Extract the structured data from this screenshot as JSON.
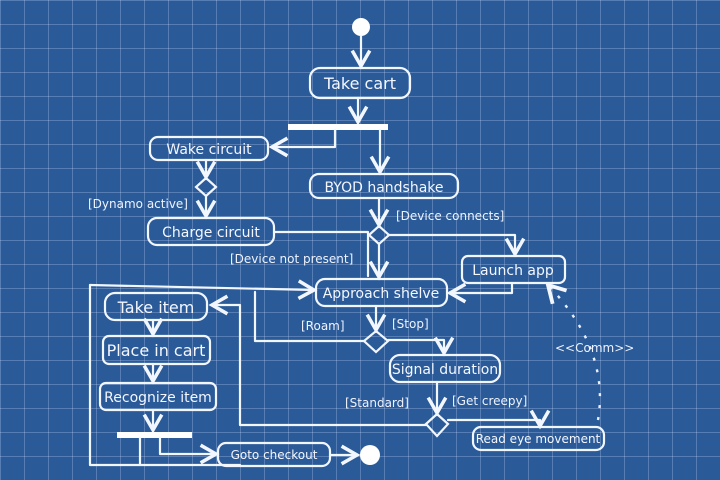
{
  "diagram": {
    "type": "activity-diagram",
    "actions": {
      "take_cart": "Take cart",
      "wake_circuit": "Wake circuit",
      "byod_handshake": "BYOD handshake",
      "charge_circuit": "Charge circuit",
      "launch_app": "Launch app",
      "approach_shelve": "Approach shelve",
      "signal_duration": "Signal duration",
      "read_eye_movement": "Read eye movement",
      "take_item": "Take item",
      "place_in_cart": "Place in cart",
      "recognize_item": "Recognize item",
      "goto_checkout": "Goto checkout"
    },
    "guards": {
      "dynamo_active": "[Dynamo active]",
      "device_not_present": "[Device not present]",
      "device_connects": "[Device connects]",
      "roam": "[Roam]",
      "stop": "[Stop]",
      "standard": "[Standard]",
      "get_creepy": "[Get creepy]"
    },
    "stereotype": "<<Comm>>"
  }
}
